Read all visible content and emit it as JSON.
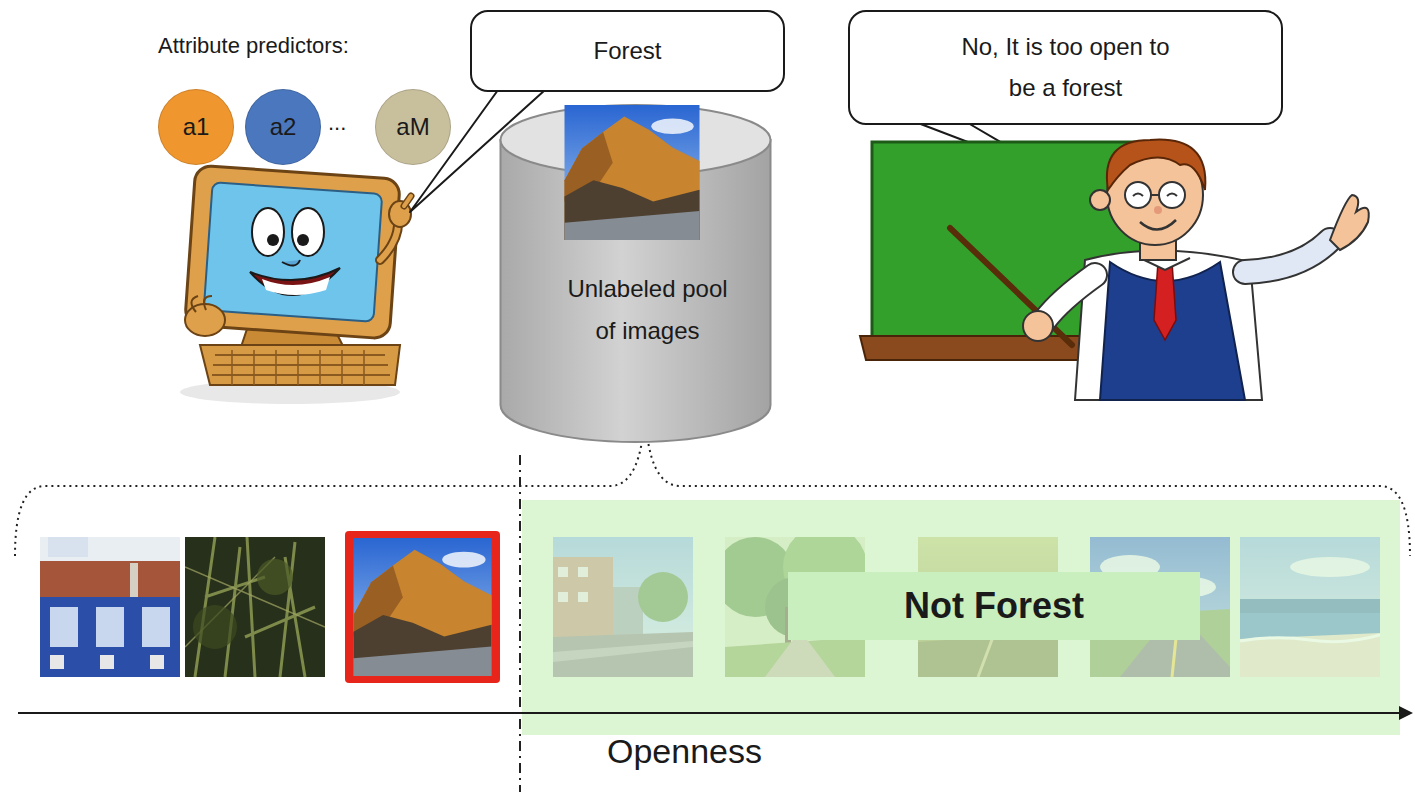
{
  "diagram": {
    "nodes": [
      {
        "text": [
          "a1"
        ]
      },
      {
        "text": [
          "a2"
        ]
      },
      {
        "text": [
          "aM"
        ]
      },
      {
        "text": [
          "Forest"
        ]
      },
      {
        "text": [
          "No, It is too open to be a forest"
        ]
      },
      {
        "text": [
          "Unlabeled pool of images"
        ]
      },
      {
        "text": [
          "Not Forest"
        ]
      }
    ],
    "labels": [
      "Attribute predictors:",
      "...",
      "Openness"
    ]
  }
}
